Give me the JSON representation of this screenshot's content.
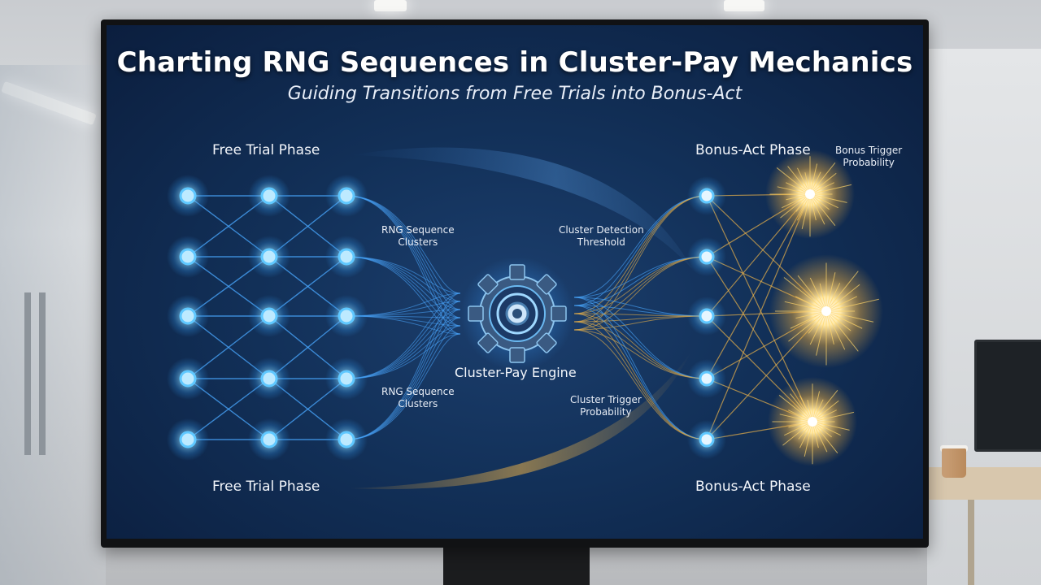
{
  "title": "Charting RNG Sequences in Cluster-Pay Mechanics",
  "subtitle": "Guiding Transitions from Free Trials into Bonus-Act",
  "labels": {
    "free_trial_top": "Free Trial Phase",
    "free_trial_bottom": "Free Trial Phase",
    "bonus_act_top": "Bonus-Act Phase",
    "bonus_act_bottom": "Bonus-Act Phase",
    "bonus_trigger_probability": [
      "Bonus Trigger",
      "Probability"
    ],
    "rng_sequence_clusters_top": [
      "RNG Sequence",
      "Clusters"
    ],
    "rng_sequence_clusters_bottom": [
      "RNG Sequence",
      "Clusters"
    ],
    "cluster_detection_threshold": [
      "Cluster Detection",
      "Threshold"
    ],
    "cluster_trigger_probability": [
      "Cluster Trigger",
      "Probability"
    ],
    "engine": "Cluster-Pay Engine"
  },
  "colors": {
    "screen_bg": "#123058",
    "node_blue": "#5fc8ff",
    "link_blue": "#4aa8ff",
    "link_gold": "#e8b04a",
    "burst_gold": "#ffd56a"
  },
  "icons": {
    "engine": "gear-icon",
    "burst": "sparkle-burst-icon"
  }
}
